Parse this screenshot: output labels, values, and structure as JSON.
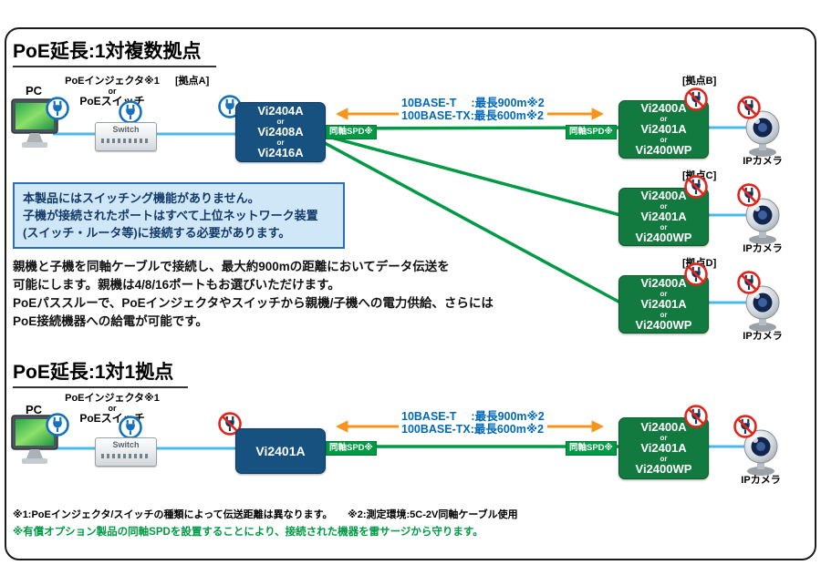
{
  "common": {
    "pc_label": "PC",
    "injector_label": "PoEインジェクタ※1",
    "or_label": "or",
    "poe_switch_label": "PoEスイッチ",
    "switch_device_label": "Switch",
    "coax_spd_label": "同軸SPD※",
    "speed_line1": "10BASE-T　 :最長900m※2",
    "speed_line2": "100BASE-TX:最長600m※2",
    "ip_camera_label": "IPカメラ"
  },
  "section1": {
    "title": "PoE延長:1対複数拠点",
    "site_a_label": "[拠点A]",
    "device_a": {
      "name1": "Vi2404A",
      "or1": "or",
      "name2": "Vi2408A",
      "or2": "or",
      "name3": "Vi2416A"
    },
    "sites": [
      {
        "label": "[拠点B]",
        "device": {
          "name1": "Vi2400A",
          "or1": "or",
          "name2": "Vi2401A",
          "or2": "or",
          "name3": "Vi2400WP"
        }
      },
      {
        "label": "[拠点C]",
        "device": {
          "name1": "Vi2400A",
          "or1": "or",
          "name2": "Vi2401A",
          "or2": "or",
          "name3": "Vi2400WP"
        }
      },
      {
        "label": "[拠点D]",
        "device": {
          "name1": "Vi2400A",
          "or1": "or",
          "name2": "Vi2401A",
          "or2": "or",
          "name3": "Vi2400WP"
        }
      }
    ],
    "note_box": {
      "line1": "本製品にはスイッチング機能がありません。",
      "line2": "子機が接続されたポートはすべて上位ネットワーク装置",
      "line3": "(スイッチ・ルータ等)に接続する必要があります。"
    },
    "description": {
      "line1": "親機と子機を同軸ケーブルで接続し、最大約900mの距離においてデータ伝送を",
      "line2": "可能にします。親機は4/8/16ポートもお選びいただけます。",
      "line3": "PoEパススルーで、PoEインジェクタやスイッチから親機/子機への電力供給、さらには",
      "line4": "PoE接続機器への給電が可能です。"
    }
  },
  "section2": {
    "title": "PoE延長:1対1拠点",
    "device_a": {
      "name1": "Vi2401A"
    },
    "site_device": {
      "name1": "Vi2400A",
      "or1": "or",
      "name2": "Vi2401A",
      "or2": "or",
      "name3": "Vi2400WP"
    }
  },
  "footnotes": {
    "line1": "※1:PoEインジェクタ/スイッチの種類によって伝送距離は異なります。　　※2:測定環境:5C-2V同軸ケーブル使用",
    "line2": "※有償オプション製品の同軸SPDを設置することにより、接続された機器を雷サージから守ります。"
  },
  "colors": {
    "device_blue": "#17517f",
    "device_green": "#127a3e",
    "coax_line": "#009a44",
    "lan_line": "#4cb8e8",
    "range_arrow": "#f7941e",
    "speed_text": "#0068b7",
    "note_bg": "#cfe7f7"
  }
}
